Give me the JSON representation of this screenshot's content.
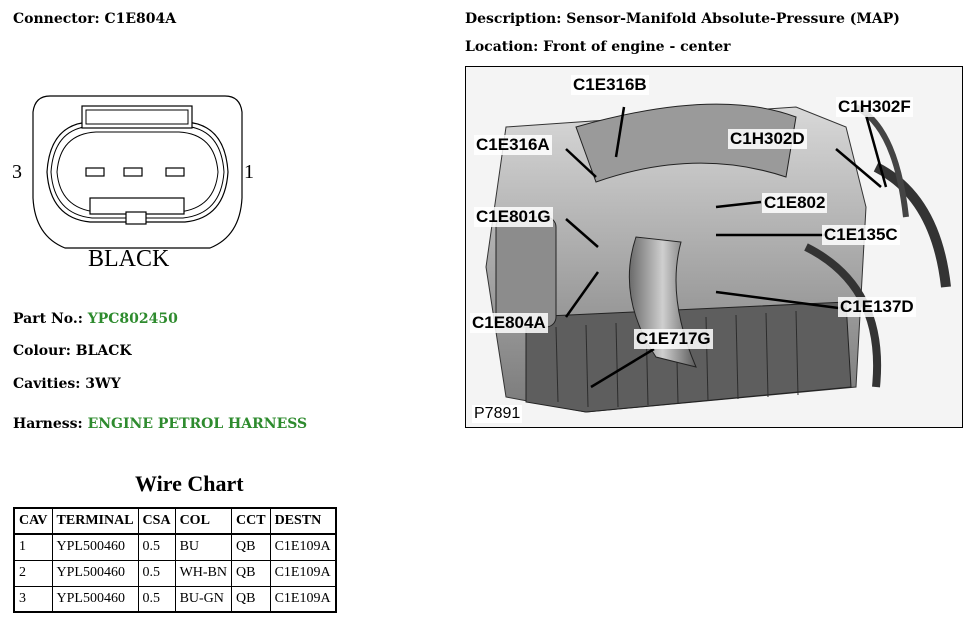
{
  "connector": {
    "label": "Connector:",
    "value": "C1E804A"
  },
  "description": {
    "label": "Description:",
    "value": "Sensor-Manifold Absolute-Pressure (MAP)"
  },
  "location": {
    "label": "Location:",
    "value": "Front of engine - center"
  },
  "diagram": {
    "pin_left": "3",
    "pin_right": "1",
    "color_label": "BLACK"
  },
  "part": {
    "label": "Part No.:",
    "value": "YPC802450"
  },
  "colour": {
    "label": "Colour:",
    "value": "BLACK"
  },
  "cavities": {
    "label": "Cavities:",
    "value": "3WY"
  },
  "harness": {
    "label": "Harness:",
    "value": "ENGINE PETROL HARNESS"
  },
  "wire_chart": {
    "title": "Wire Chart",
    "headers": [
      "CAV",
      "TERMINAL",
      "CSA",
      "COL",
      "CCT",
      "DESTN"
    ],
    "rows": [
      [
        "1",
        "YPL500460",
        "0.5",
        "BU",
        "QB",
        "C1E109A"
      ],
      [
        "2",
        "YPL500460",
        "0.5",
        "WH-BN",
        "QB",
        "C1E109A"
      ],
      [
        "3",
        "YPL500460",
        "0.5",
        "BU-GN",
        "QB",
        "C1E109A"
      ]
    ]
  },
  "engine_image": {
    "figure_id": "P7891",
    "callouts": [
      "C1E316B",
      "C1H302F",
      "C1E316A",
      "C1H302D",
      "C1E802",
      "C1E801G",
      "C1E135C",
      "C1E137D",
      "C1E804A",
      "C1E717G"
    ]
  },
  "colors": {
    "green_value": "#2e8b2e"
  }
}
